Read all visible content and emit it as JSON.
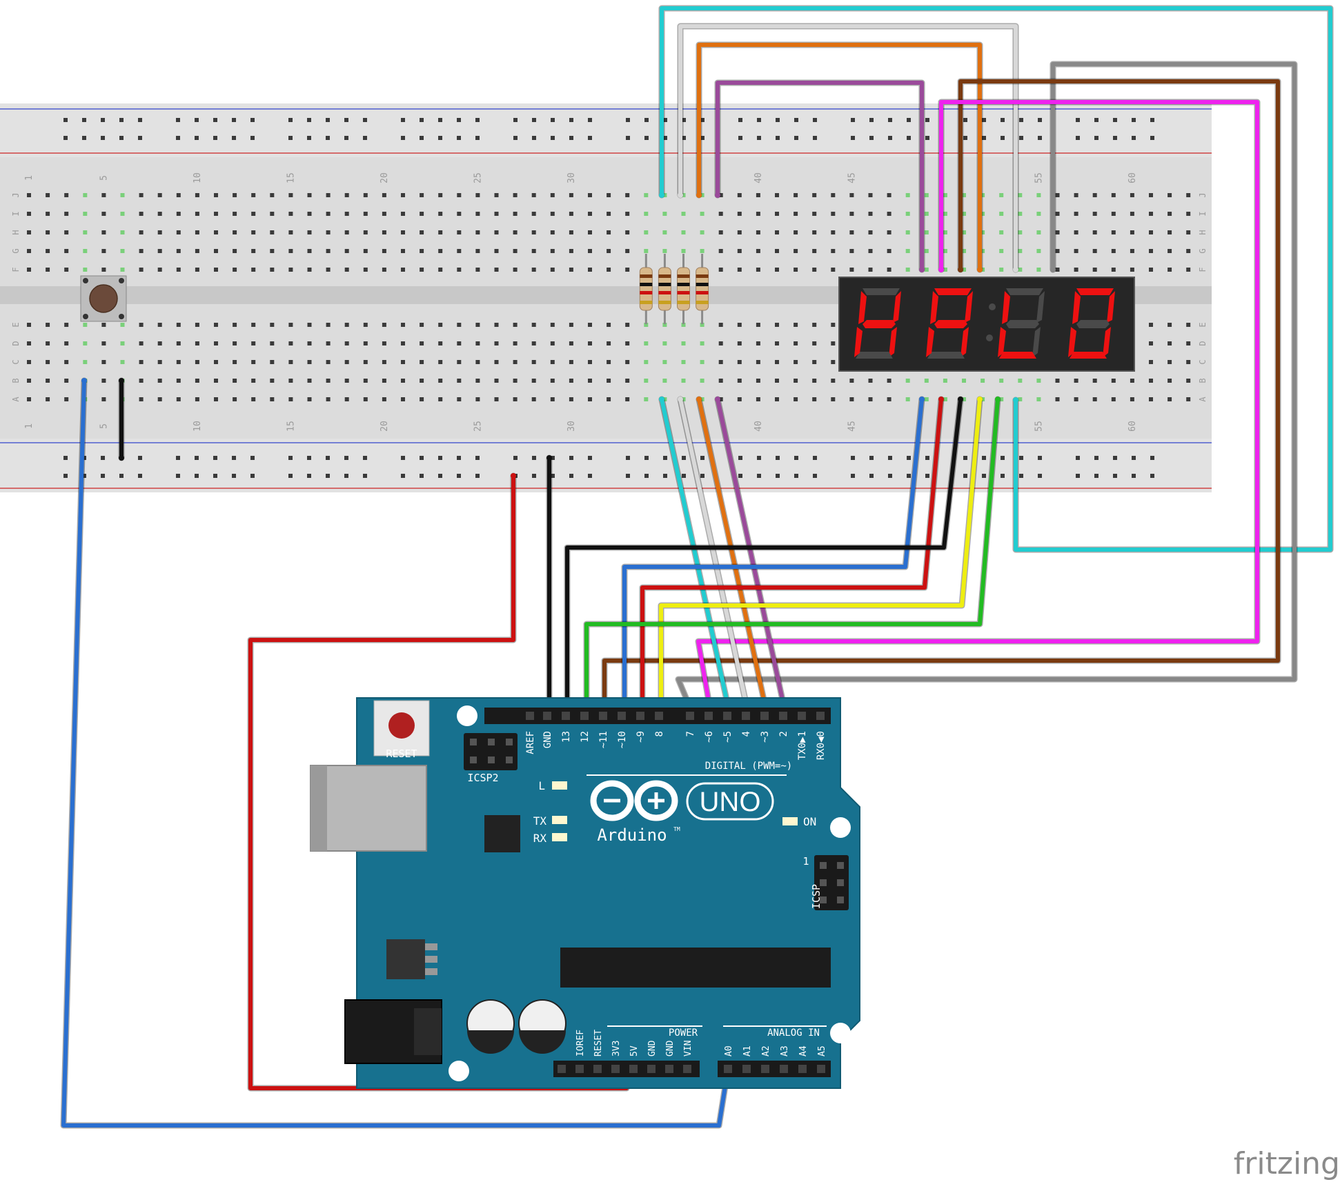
{
  "breadboard": {
    "column_numbers_top": [
      "1",
      "5",
      "10",
      "15",
      "20",
      "25",
      "30",
      "40",
      "45",
      "55",
      "60"
    ],
    "column_numbers_bottom": [
      "1",
      "5",
      "10",
      "15",
      "20",
      "25",
      "30",
      "40",
      "45",
      "55",
      "60"
    ],
    "row_letters_top": [
      "J",
      "I",
      "H",
      "G",
      "F"
    ],
    "row_letters_bottom": [
      "E",
      "D",
      "C",
      "B",
      "A"
    ]
  },
  "arduino": {
    "reset_label": "RESET",
    "icsp2_label": "ICSP2",
    "icsp_label": "ICSP",
    "icsp_pin1": "1",
    "logo_text": "Arduino",
    "tm": "TM",
    "uno_label": "UNO",
    "led_l": "L",
    "led_tx": "TX",
    "led_rx": "RX",
    "led_on": "ON",
    "digital_label": "DIGITAL (PWM=~)",
    "power_label": "POWER",
    "analog_label": "ANALOG IN",
    "digital_pins": [
      "AREF",
      "GND",
      "13",
      "12",
      "~11",
      "~10",
      "~9",
      "8",
      "7",
      "~6",
      "~5",
      "4",
      "~3",
      "2",
      "TX0▶1",
      "RX0◀0"
    ],
    "power_pins": [
      "IOREF",
      "RESET",
      "3V3",
      "5V",
      "GND",
      "GND",
      "VIN"
    ],
    "analog_pins": [
      "A0",
      "A1",
      "A2",
      "A3",
      "A4",
      "A5"
    ]
  },
  "display": {
    "digit_segments": [
      [
        "a",
        "b",
        "c",
        "d",
        "e",
        "f",
        "g"
      ],
      [
        "a",
        "b",
        "c",
        "d",
        "e",
        "f",
        "g"
      ],
      [
        "a",
        "b",
        "c",
        "d",
        "e",
        "f",
        "g"
      ],
      [
        "a",
        "b",
        "c",
        "d",
        "e",
        "f",
        "g"
      ]
    ]
  },
  "colors": {
    "board": "#1a7a99",
    "breadboard": "#dcdcdc",
    "segment_on": "#ee1111",
    "segment_off": "#4a4a4a",
    "wire_cyan": "#22ccd0",
    "wire_white": "#d8d8d8",
    "wire_orange": "#e07010",
    "wire_purple": "#9a4a9a",
    "wire_magenta": "#ee22ee",
    "wire_brown": "#7a3a10",
    "wire_gray": "#888888",
    "wire_blue": "#2a6fd0",
    "wire_red": "#cc1111",
    "wire_black": "#111111",
    "wire_yellow": "#eeee11",
    "wire_green": "#22bb22"
  },
  "watermark": "fritzing"
}
